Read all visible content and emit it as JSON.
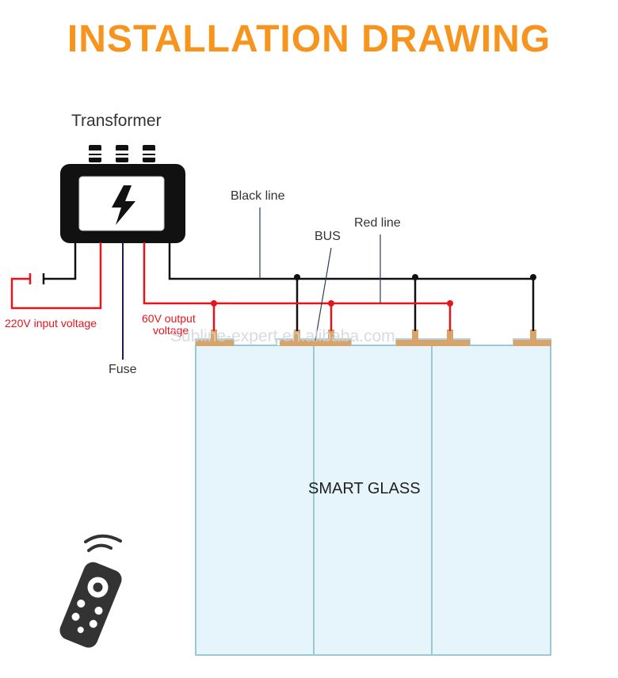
{
  "title": "INSTALLATION DRAWING",
  "labels": {
    "transformer": "Transformer",
    "black_line": "Black line",
    "red_line": "Red line",
    "bus": "BUS",
    "input_voltage": "220V input voltage",
    "output_voltage_line1": "60V output",
    "output_voltage_line2": "voltage",
    "fuse": "Fuse",
    "smart_glass": "SMART GLASS"
  },
  "watermark": "Subline-expert.en.alibaba.com",
  "colors": {
    "title": "#f7941d",
    "red_wire": "#e8141b",
    "black_wire": "#111111",
    "glass_fill": "#e6f4fb",
    "glass_border": "#9cc7d6",
    "bus_bar": "#d9a46a"
  },
  "icons": [
    "lightning-bolt-icon",
    "remote-control-icon",
    "wifi-signal-icon"
  ]
}
